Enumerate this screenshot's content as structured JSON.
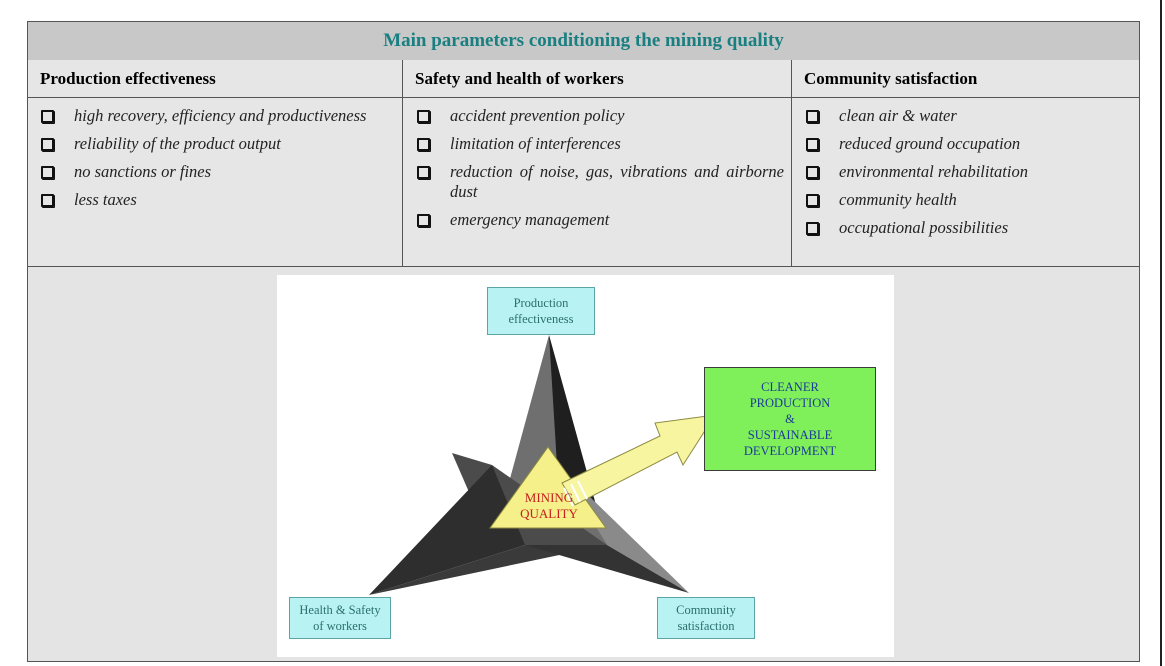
{
  "table": {
    "title": "Main parameters conditioning the mining quality",
    "columns": [
      {
        "header": "Production effectiveness",
        "items": [
          "high recovery, efficiency and productiveness",
          "reliability of the product output",
          "no sanctions or fines",
          "less taxes"
        ]
      },
      {
        "header": "Safety and health of workers",
        "items": [
          "accident prevention policy",
          "limitation of interferences",
          "reduction of noise, gas, vibrations and airborne dust",
          "emergency management"
        ]
      },
      {
        "header": "Community satisfaction",
        "items": [
          "clean air & water",
          "reduced ground occupation",
          "environmental rehabilitation",
          "community health",
          "occupational possibilities"
        ]
      }
    ]
  },
  "diagram": {
    "top_node": [
      "Production",
      "effectiveness"
    ],
    "left_node": [
      "Health & Safety",
      "of workers"
    ],
    "right_node": [
      "Community",
      "satisfaction"
    ],
    "center": [
      "MINING",
      "QUALITY"
    ],
    "goal": [
      "CLEANER",
      "PRODUCTION",
      "&",
      "SUSTAINABLE",
      "DEVELOPMENT"
    ],
    "colors": {
      "node_fill": "#b9f2f2",
      "goal_fill": "#7ff05a",
      "center_fill": "#f5f08a",
      "arrow_fill": "#f7f5a0",
      "title_text": "#1a7f80"
    }
  }
}
